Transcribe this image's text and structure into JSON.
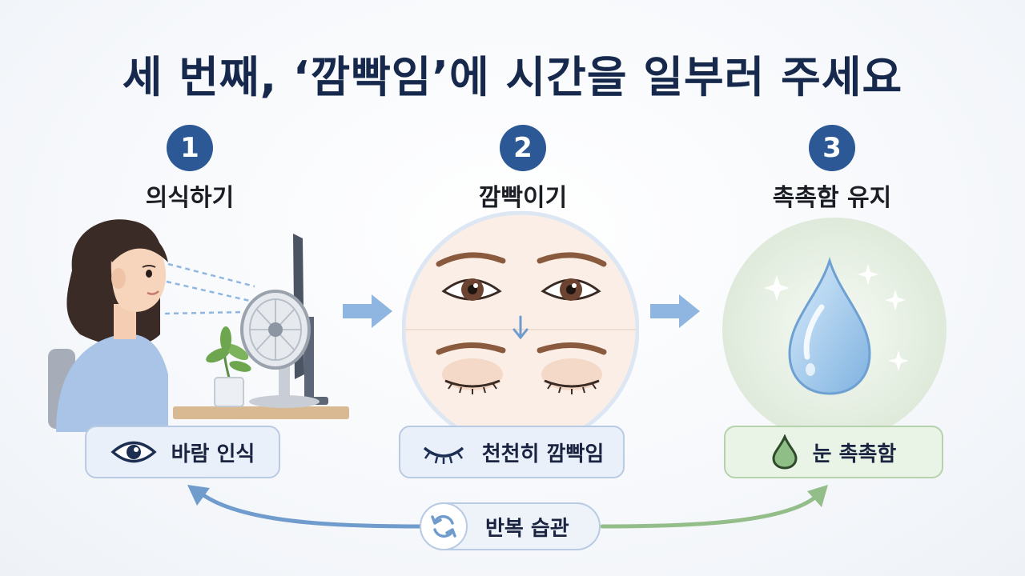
{
  "title": "세 번째, ‘깜빡임’에 시간을 일부러 주세요",
  "steps": [
    {
      "number": "1",
      "label": "의식하기",
      "pill_text": "바람 인식",
      "pill_icon": "eye-icon"
    },
    {
      "number": "2",
      "label": "깜빡이기",
      "pill_text": "천천히 깜빡임",
      "pill_icon": "closed-eye-icon"
    },
    {
      "number": "3",
      "label": "촉촉함 유지",
      "pill_text": "눈 촉촉함",
      "pill_icon": "water-drop-icon"
    }
  ],
  "cycle": {
    "label": "반복 습관",
    "icon": "refresh-icon"
  },
  "colors": {
    "primary": "#2c5896",
    "title": "#16294d",
    "cycle_blue": "#6f9ccc",
    "cycle_green": "#93be8a",
    "arrow": "#8fb6e0"
  }
}
